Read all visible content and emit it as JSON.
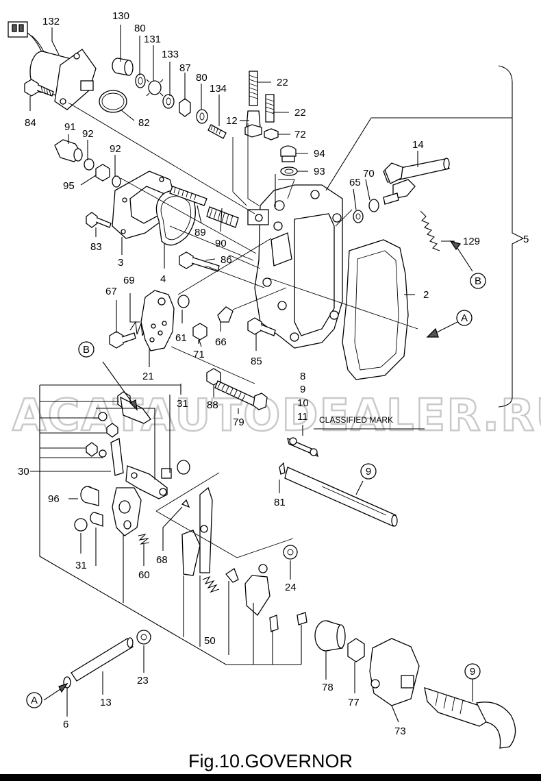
{
  "caption": "Fig.10.GOVERNOR",
  "watermark": "ACATAUTODEALER.RU",
  "classified_mark": "CLASSIFIED MARK",
  "refs": {
    "A": "A",
    "B": "B"
  },
  "callouts": {
    "p132": "132",
    "p130": "130",
    "p80a": "80",
    "p131": "131",
    "p133": "133",
    "p87": "87",
    "p80b": "80",
    "p134": "134",
    "p22a": "22",
    "p22b": "22",
    "p12": "12",
    "p72": "72",
    "p84": "84",
    "p82": "82",
    "p91": "91",
    "p92a": "92",
    "p92b": "92",
    "p95": "95",
    "p94": "94",
    "p93": "93",
    "p14": "14",
    "p70": "70",
    "p65": "65",
    "p129": "129",
    "p5": "5",
    "p83": "83",
    "p3": "3",
    "p89": "89",
    "p90": "90",
    "p4": "4",
    "p86": "86",
    "p2": "2",
    "p67": "67",
    "p69": "69",
    "p61": "61",
    "p66": "66",
    "p71": "71",
    "p85": "85",
    "p21": "21",
    "p88": "88",
    "p79": "79",
    "p8": "8",
    "p9a": "9",
    "p10": "10",
    "p11": "11",
    "p31a": "31",
    "p30": "30",
    "p96": "96",
    "p81": "81",
    "p9b": "9",
    "p31b": "31",
    "p68": "68",
    "p60": "60",
    "p24": "24",
    "p50": "50",
    "p23": "23",
    "p13": "13",
    "p6": "6",
    "p78": "78",
    "p77": "77",
    "p73": "73",
    "p9c": "9"
  }
}
